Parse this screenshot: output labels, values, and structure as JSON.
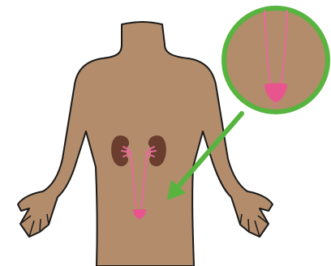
{
  "colors": {
    "background": "#ffffff",
    "skin": "#b28c6b",
    "outline": "#1a1a1a",
    "kidney": "#6a3d2f",
    "urinary": "#e86a9a",
    "bladder": "#e8558e",
    "arrow": "#57b43f",
    "zoom_fill": "#b28c6b"
  },
  "icons": {
    "figure": "human-body-outline",
    "organs": "urinary-system",
    "callout": "zoom-magnifier-circle",
    "pointer": "arrow-icon"
  }
}
